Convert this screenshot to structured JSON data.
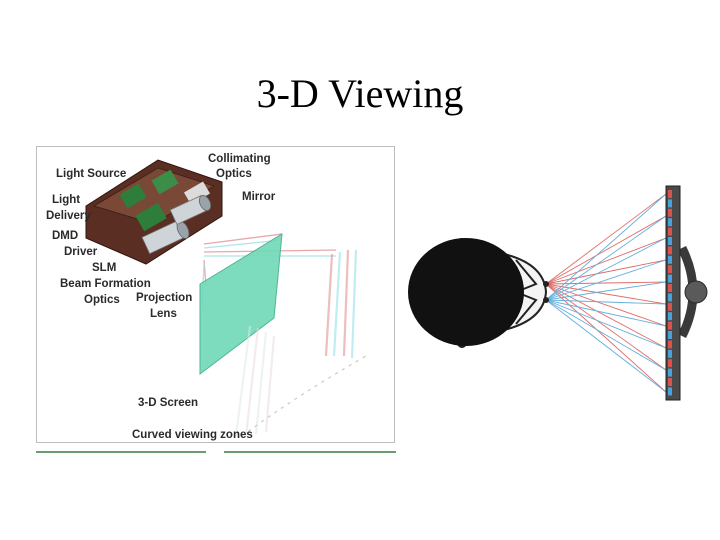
{
  "slide": {
    "title": "3-D Viewing"
  },
  "projector_diagram": {
    "labels": {
      "light_source": "Light Source",
      "collimating_1": "Collimating",
      "collimating_2": "Optics",
      "mirror": "Mirror",
      "light_delivery_1": "Light",
      "light_delivery_2": "Delivery",
      "dmd_driver_1": "DMD",
      "dmd_driver_2": "Driver",
      "slm": "SLM",
      "beam_formation_1": "Beam Formation",
      "beam_formation_2": "Optics",
      "projection_lens_1": "Projection",
      "projection_lens_2": "Lens",
      "screen": "3-D Screen",
      "viewing_zones": "Curved viewing zones"
    },
    "colors": {
      "screen": "#6fd9b6",
      "housing": "#5a2e22",
      "ray_red": "#e08a8a",
      "ray_cyan": "#8fdde6"
    }
  },
  "viewer_diagram": {
    "colors": {
      "head": "#111111",
      "display_frame": "#3a3a3a",
      "ray_red": "#d9534f",
      "ray_blue": "#4aa3d8"
    }
  }
}
